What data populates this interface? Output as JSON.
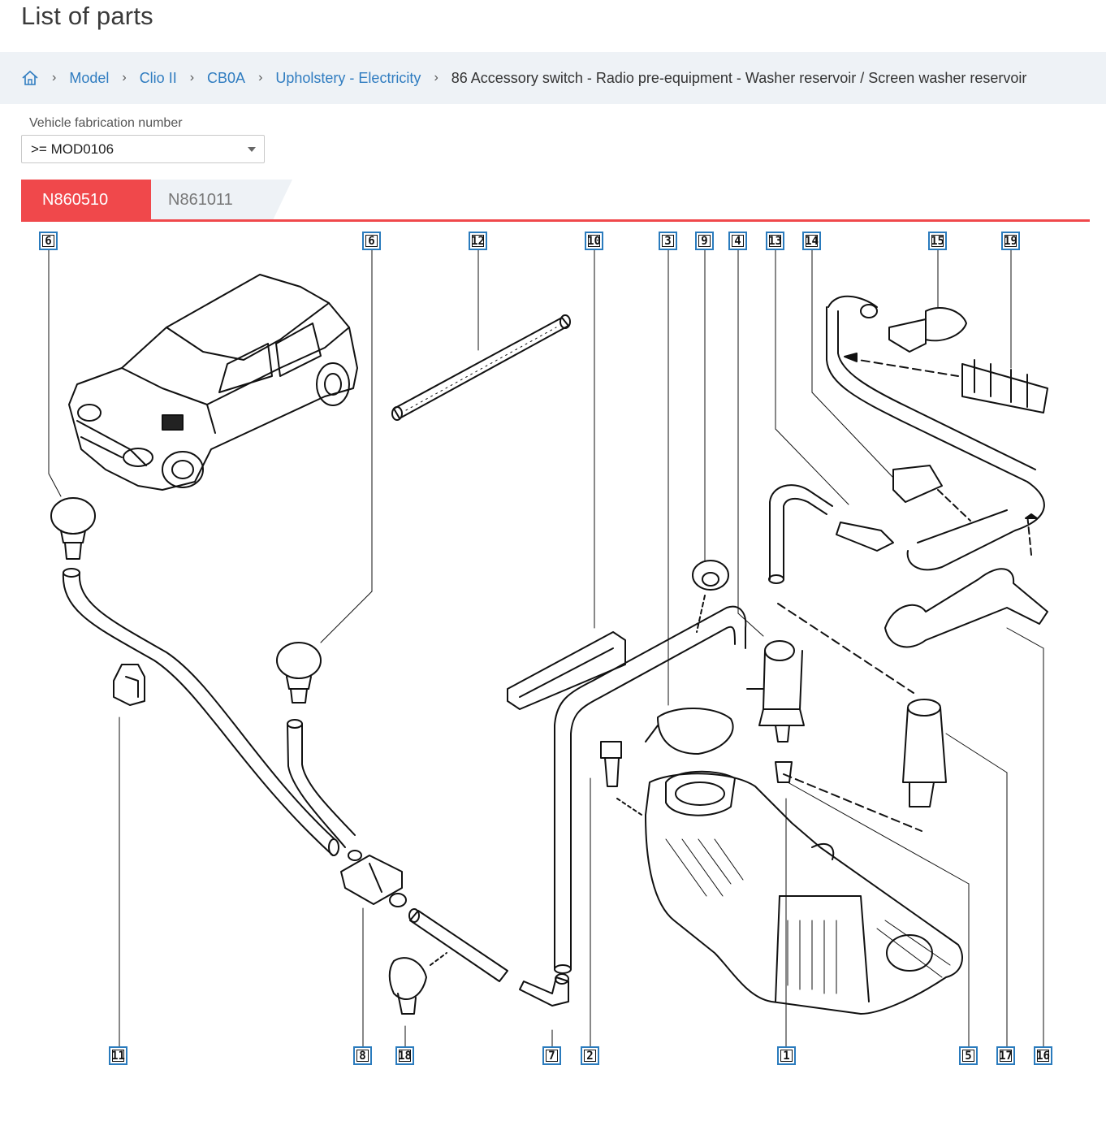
{
  "page": {
    "title": "List of parts"
  },
  "breadcrumb": {
    "home_icon": "home-icon",
    "separator": "›",
    "items": [
      {
        "label": "Model"
      },
      {
        "label": "Clio II"
      },
      {
        "label": "CB0A"
      },
      {
        "label": "Upholstery - Electricity"
      }
    ],
    "current": "86 Accessory switch - Radio pre-equipment - Washer reservoir / Screen washer reservoir"
  },
  "filter": {
    "label": "Vehicle fabrication number",
    "selected": ">= MOD0106"
  },
  "tabs": [
    {
      "label": "N860510",
      "active": true
    },
    {
      "label": "N861011",
      "active": false
    }
  ],
  "colors": {
    "accent": "#f0484b",
    "link": "#2f7cc0",
    "callout_border": "#2a7bbd",
    "bar_bg": "#eef2f6"
  },
  "diagram": {
    "callouts_top": [
      "6",
      "6",
      "12",
      "10",
      "3",
      "9",
      "4",
      "13",
      "14",
      "15",
      "19"
    ],
    "callouts_bottom": [
      "11",
      "8",
      "18",
      "7",
      "2",
      "1",
      "5",
      "17",
      "16"
    ]
  }
}
